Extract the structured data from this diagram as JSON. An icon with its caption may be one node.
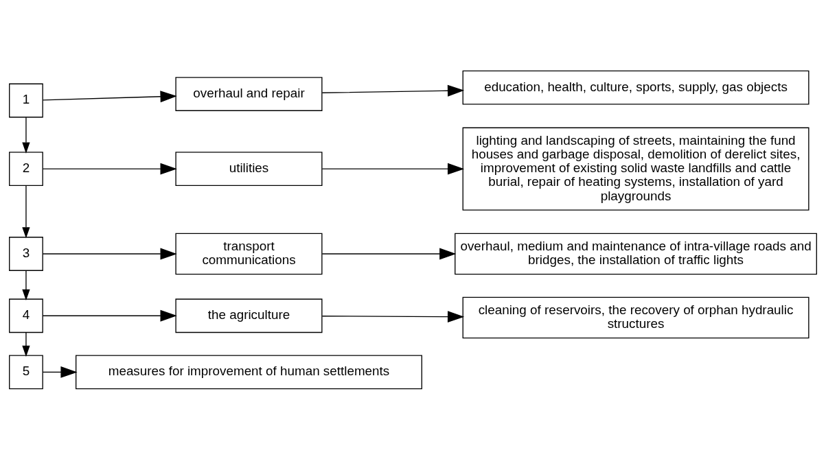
{
  "diagram": {
    "nodes": [
      {
        "text": [
          "1"
        ]
      },
      {
        "text": [
          "overhaul and repair"
        ]
      },
      {
        "text": [
          "education, health, culture, sports, supply, gas objects"
        ]
      },
      {
        "text": [
          "2"
        ]
      },
      {
        "text": [
          "utilities"
        ]
      },
      {
        "text": [
          "lighting and landscaping of streets, maintaining the fund houses and garbage disposal, demolition of derelict sites, improvement of existing solid waste landfills and cattle burial, repair of heating systems, installation of yard playgrounds"
        ]
      },
      {
        "text": [
          "3"
        ]
      },
      {
        "text": [
          "transport communications"
        ]
      },
      {
        "text": [
          "overhaul, medium and maintenance of intra-village roads and bridges, the installation of traffic lights"
        ]
      },
      {
        "text": [
          "4"
        ]
      },
      {
        "text": [
          "the agriculture"
        ]
      },
      {
        "text": [
          "cleaning of reservoirs, the recovery of orphan hydraulic structures"
        ]
      },
      {
        "text": [
          "5"
        ]
      },
      {
        "text": [
          "measures for improvement of human settlements"
        ]
      }
    ],
    "edges": [
      {
        "from": 0,
        "to": 1,
        "arrow": "to"
      },
      {
        "from": 1,
        "to": 2,
        "arrow": "to"
      },
      {
        "from": 0,
        "to": 3,
        "arrow": "to"
      },
      {
        "from": 3,
        "to": 4,
        "arrow": "to"
      },
      {
        "from": 4,
        "to": 5,
        "arrow": "to"
      },
      {
        "from": 3,
        "to": 6,
        "arrow": "to"
      },
      {
        "from": 6,
        "to": 7,
        "arrow": "to"
      },
      {
        "from": 7,
        "to": 8,
        "arrow": "to"
      },
      {
        "from": 6,
        "to": 9,
        "arrow": "to"
      },
      {
        "from": 9,
        "to": 10,
        "arrow": "to"
      },
      {
        "from": 10,
        "to": 11,
        "arrow": "to"
      },
      {
        "from": 9,
        "to": 12,
        "arrow": "to"
      },
      {
        "from": 12,
        "to": 13,
        "arrow": "to"
      }
    ]
  }
}
